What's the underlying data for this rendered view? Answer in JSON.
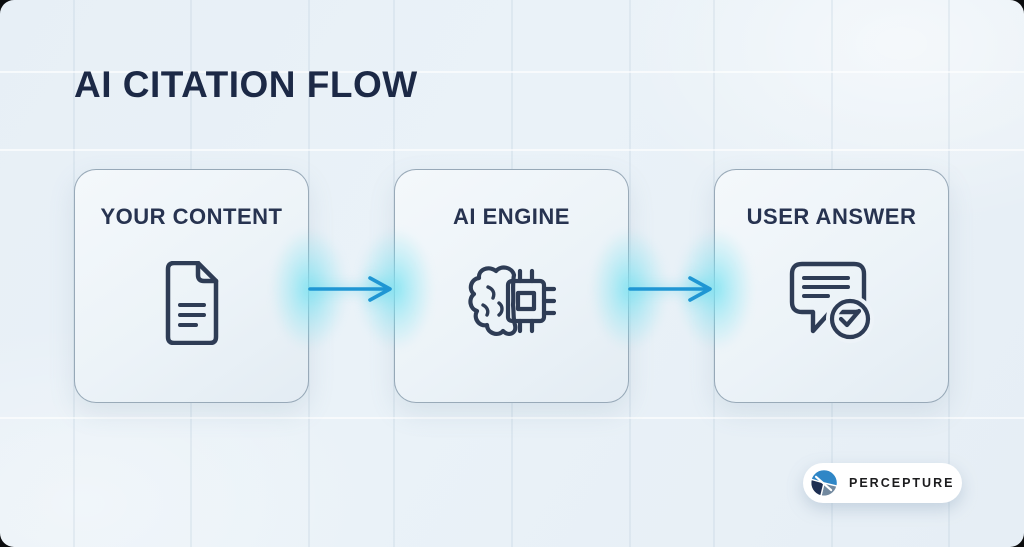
{
  "page": {
    "title": "AI CITATION FLOW"
  },
  "flow": {
    "steps": [
      {
        "label": "YOUR CONTENT",
        "icon": "document-icon"
      },
      {
        "label": "AI ENGINE",
        "icon": "brain-chip-icon"
      },
      {
        "label": "USER ANSWER",
        "icon": "chat-check-icon"
      }
    ],
    "connectors": [
      {
        "type": "arrow-right",
        "from": "YOUR CONTENT",
        "to": "AI ENGINE"
      },
      {
        "type": "arrow-right",
        "from": "AI ENGINE",
        "to": "USER ANSWER"
      }
    ]
  },
  "branding": {
    "logo_text": "PERCEPTURE",
    "logo_icon": "percepture-logo-mark"
  },
  "colors": {
    "background": "#e9f1f7",
    "title_navy": "#1c2946",
    "card_label_navy": "#273350",
    "icon_stroke": "#2e3c55",
    "card_border": "#8296a8",
    "arrow_blue": "#1f96d3",
    "glow_cyan": "#7de3f2",
    "badge_background": "#ffffff",
    "badge_text": "#1c1c1e",
    "logo_blue": "#2f86c6",
    "logo_navy": "#1e2f52",
    "logo_slate": "#72899f"
  }
}
